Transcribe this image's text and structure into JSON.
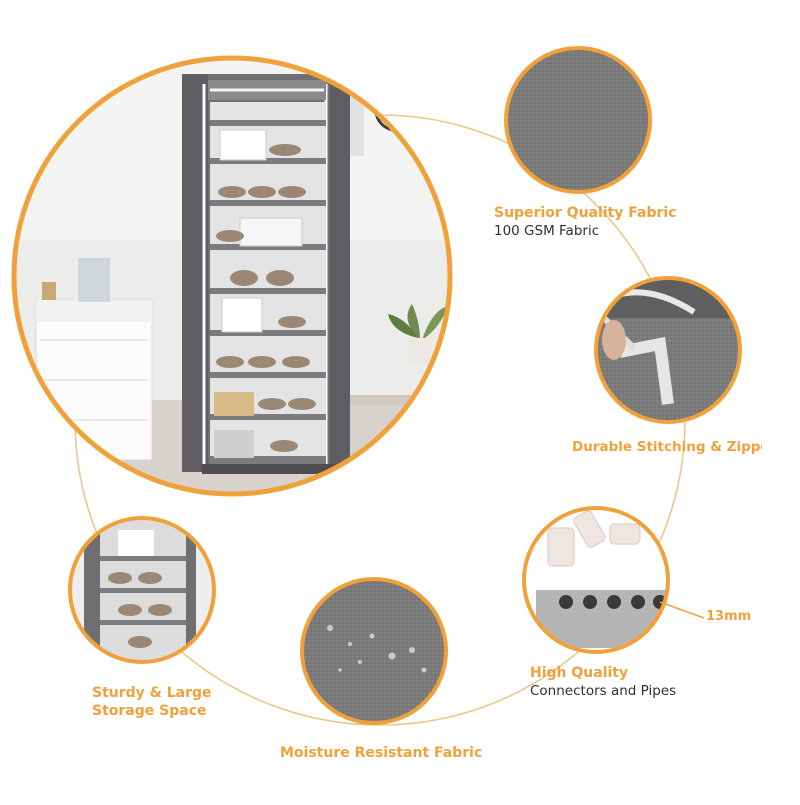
{
  "colors": {
    "accent": "#F0A13A",
    "ring_line": "#E3B56A",
    "fabric_grey": "#7B7B7B",
    "text_dark": "#2f2f2f"
  },
  "features": {
    "fabric": {
      "title": "Superior Quality Fabric",
      "subtitle": "100 GSM Fabric"
    },
    "stitching": {
      "title": "Durable Stitching & Zippers"
    },
    "connectors": {
      "title": "High Quality",
      "subtitle": "Connectors and Pipes",
      "pipe_size": "13mm"
    },
    "moisture": {
      "title": "Moisture Resistant Fabric"
    },
    "storage": {
      "title_line1": "Sturdy & Large",
      "title_line2": "Storage Space"
    }
  }
}
